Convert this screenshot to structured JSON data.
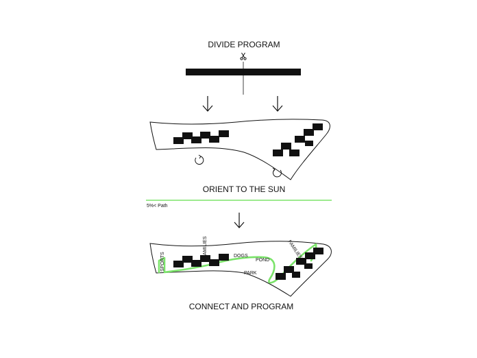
{
  "diagram": {
    "step1_title": "DIVIDE PROGRAM",
    "scissors_icon": "scissors-icon",
    "step2_title": "ORIENT TO THE SUN",
    "path_note": "5%< Path",
    "step3_title": "CONNECT AND PROGRAM",
    "zone_labels": {
      "sports": "SPORTS",
      "families_left": "FAMILIES",
      "families_right": "FAMILIES",
      "dogs": "DOGS",
      "pond": "POND",
      "park": "PARK"
    },
    "colors": {
      "ink": "#111111",
      "path_green": "#7be36a"
    }
  }
}
